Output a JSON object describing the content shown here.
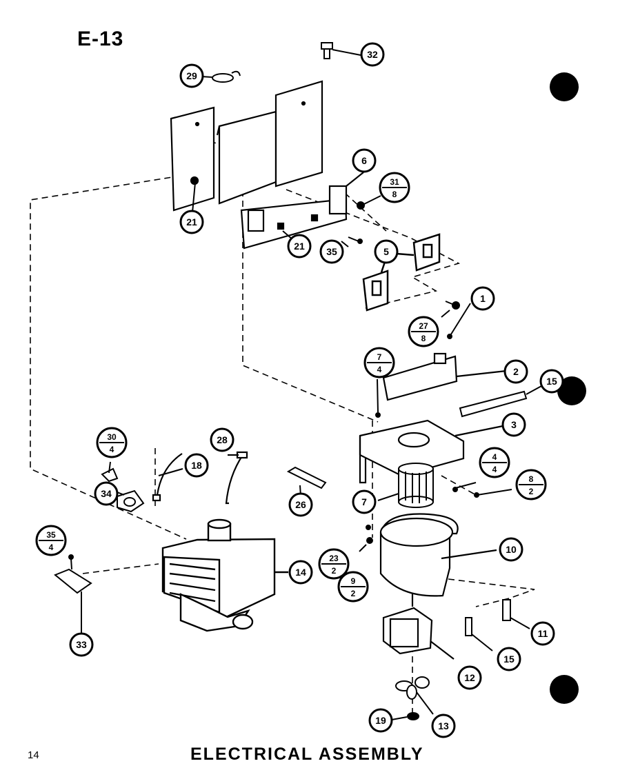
{
  "header": {
    "page_id": "E-13"
  },
  "footer": {
    "page_number": "14",
    "title": "ELECTRICAL ASSEMBLY"
  },
  "callouts": [
    {
      "id": "c32",
      "label": "32"
    },
    {
      "id": "c29",
      "label": "29"
    },
    {
      "id": "c6",
      "label": "6"
    },
    {
      "id": "c21a",
      "label": "21"
    },
    {
      "id": "c21b",
      "label": "21"
    },
    {
      "id": "c35a",
      "label": "35"
    },
    {
      "id": "c31-8",
      "num": "31",
      "den": "8"
    },
    {
      "id": "c5",
      "label": "5"
    },
    {
      "id": "c27-8",
      "num": "27",
      "den": "8"
    },
    {
      "id": "c1",
      "label": "1"
    },
    {
      "id": "c7-4",
      "num": "7",
      "den": "4"
    },
    {
      "id": "c2",
      "label": "2"
    },
    {
      "id": "c15a",
      "label": "15"
    },
    {
      "id": "c3",
      "label": "3"
    },
    {
      "id": "c30-4",
      "num": "30",
      "den": "4"
    },
    {
      "id": "c28",
      "label": "28"
    },
    {
      "id": "c18",
      "label": "18"
    },
    {
      "id": "c34",
      "label": "34"
    },
    {
      "id": "c26",
      "label": "26"
    },
    {
      "id": "c4-4",
      "num": "4",
      "den": "4"
    },
    {
      "id": "c8-2",
      "num": "8",
      "den": "2"
    },
    {
      "id": "c7",
      "label": "7"
    },
    {
      "id": "c10",
      "label": "10"
    },
    {
      "id": "c35-4",
      "num": "35",
      "den": "4"
    },
    {
      "id": "c14",
      "label": "14"
    },
    {
      "id": "c23-2",
      "num": "23",
      "den": "2"
    },
    {
      "id": "c9-2",
      "num": "9",
      "den": "2"
    },
    {
      "id": "c33",
      "label": "33"
    },
    {
      "id": "c11",
      "label": "11"
    },
    {
      "id": "c15b",
      "label": "15"
    },
    {
      "id": "c12",
      "label": "12"
    },
    {
      "id": "c19",
      "label": "19"
    },
    {
      "id": "c13",
      "label": "13"
    }
  ]
}
